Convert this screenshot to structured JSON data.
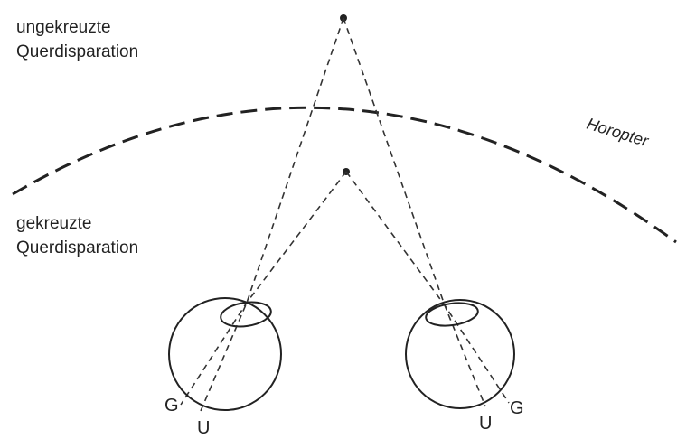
{
  "labels": {
    "uncrossed_line1": "ungekreuzte",
    "uncrossed_line2": "Querdisparation",
    "crossed_line1": "gekreuzte",
    "crossed_line2": "Querdisparation",
    "horopter": "Horopter"
  },
  "left_eye": {
    "letter_g": "G",
    "letter_u": "U"
  },
  "right_eye": {
    "letter_u": "U",
    "letter_g": "G"
  }
}
